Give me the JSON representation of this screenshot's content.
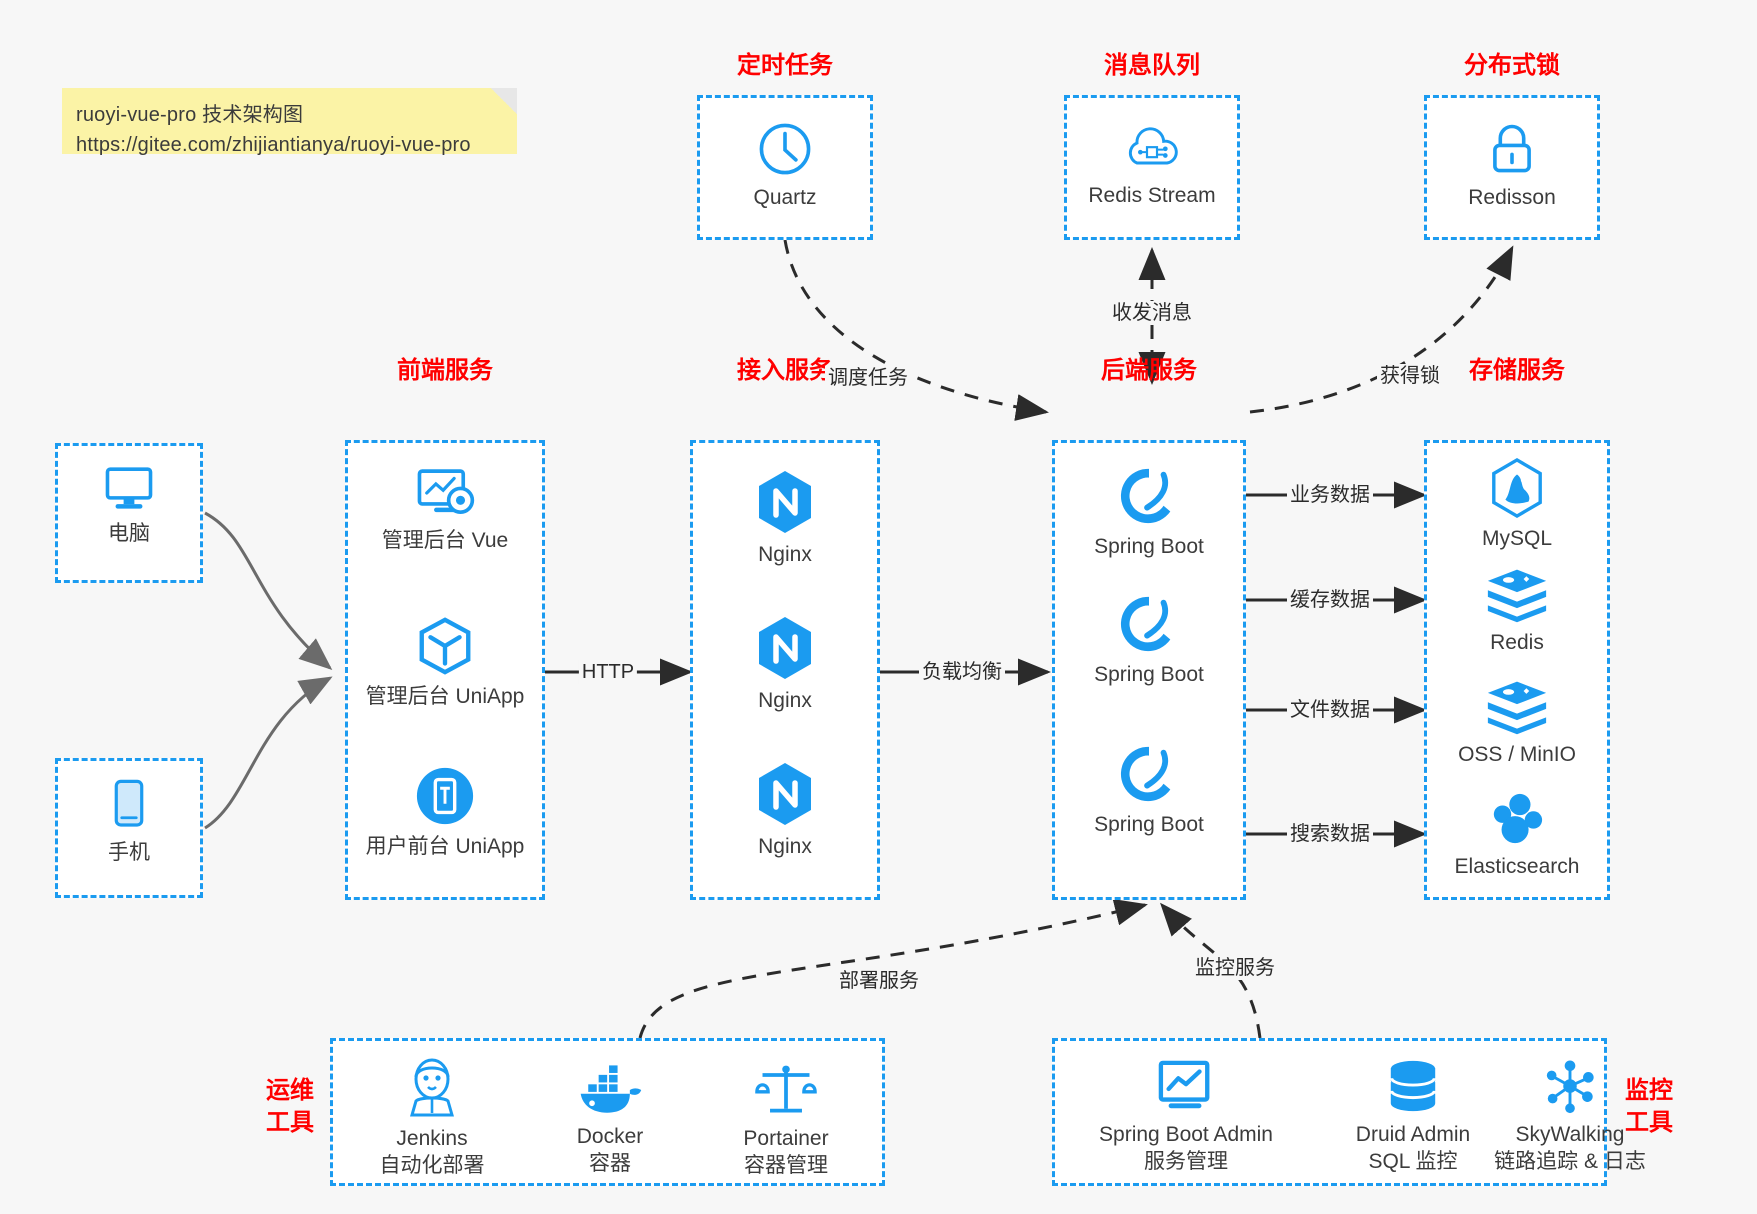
{
  "note": {
    "line1": "ruoyi-vue-pro 技术架构图",
    "line2": "https://gitee.com/zhijiantianya/ruoyi-vue-pro"
  },
  "colors": {
    "accent_blue": "#1b9bf0",
    "title_red": "#ff0000",
    "background": "#f7f7f7",
    "arrow_gray": "#6b6b6b",
    "arrow_black": "#2b2b2b"
  },
  "groups": {
    "scheduler": {
      "title": "定时任务",
      "items": [
        {
          "label": "Quartz",
          "icon": "clock-icon"
        }
      ]
    },
    "mq": {
      "title": "消息队列",
      "items": [
        {
          "label": "Redis Stream",
          "icon": "cloud-network-icon"
        }
      ]
    },
    "lock": {
      "title": "分布式锁",
      "items": [
        {
          "label": "Redisson",
          "icon": "lock-icon"
        }
      ]
    },
    "clients": {
      "items": [
        {
          "label": "电脑",
          "icon": "desktop-icon"
        },
        {
          "label": "手机",
          "icon": "phone-icon"
        }
      ]
    },
    "frontend": {
      "title": "前端服务",
      "items": [
        {
          "label": "管理后台 Vue",
          "icon": "dashboard-vue-icon"
        },
        {
          "label": "管理后台 UniApp",
          "icon": "cube-icon"
        },
        {
          "label": "用户前台 UniApp",
          "icon": "mobile-app-icon"
        }
      ]
    },
    "gateway": {
      "title": "接入服务",
      "items": [
        {
          "label": "Nginx",
          "icon": "nginx-icon"
        },
        {
          "label": "Nginx",
          "icon": "nginx-icon"
        },
        {
          "label": "Nginx",
          "icon": "nginx-icon"
        }
      ]
    },
    "backend": {
      "title": "后端服务",
      "items": [
        {
          "label": "Spring Boot",
          "icon": "spring-boot-icon"
        },
        {
          "label": "Spring Boot",
          "icon": "spring-boot-icon"
        },
        {
          "label": "Spring Boot",
          "icon": "spring-boot-icon"
        }
      ]
    },
    "storage": {
      "title": "存储服务",
      "items": [
        {
          "label": "MySQL",
          "icon": "mysql-icon"
        },
        {
          "label": "Redis",
          "icon": "redis-icon"
        },
        {
          "label": "OSS / MinIO",
          "icon": "oss-minio-icon"
        },
        {
          "label": "Elasticsearch",
          "icon": "elasticsearch-icon"
        }
      ]
    },
    "devops": {
      "title": "运维\n工具",
      "items": [
        {
          "label": "Jenkins",
          "sub": "自动化部署",
          "icon": "jenkins-icon"
        },
        {
          "label": "Docker",
          "sub": "容器",
          "icon": "docker-icon"
        },
        {
          "label": "Portainer",
          "sub": "容器管理",
          "icon": "portainer-scales-icon"
        }
      ]
    },
    "monitoring": {
      "title": "监控\n工具",
      "items": [
        {
          "label": "Spring Boot Admin",
          "sub": "服务管理",
          "icon": "monitor-chart-icon"
        },
        {
          "label": "Druid Admin",
          "sub": "SQL 监控",
          "icon": "database-icon"
        },
        {
          "label": "SkyWalking",
          "sub": "链路追踪 & 日志",
          "icon": "skywalking-icon"
        }
      ]
    }
  },
  "edges": [
    {
      "name": "quartz-to-backend",
      "label": "调度任务"
    },
    {
      "name": "mq-to-backend",
      "label": "收发消息"
    },
    {
      "name": "backend-to-lock",
      "label": "获得锁"
    },
    {
      "name": "frontend-to-gateway",
      "label": "HTTP"
    },
    {
      "name": "gateway-to-backend",
      "label": "负载均衡"
    },
    {
      "name": "backend-to-mysql",
      "label": "业务数据"
    },
    {
      "name": "backend-to-redis",
      "label": "缓存数据"
    },
    {
      "name": "backend-to-oss",
      "label": "文件数据"
    },
    {
      "name": "backend-to-es",
      "label": "搜索数据"
    },
    {
      "name": "devops-to-backend",
      "label": "部署服务"
    },
    {
      "name": "monitoring-to-backend",
      "label": "监控服务"
    }
  ]
}
